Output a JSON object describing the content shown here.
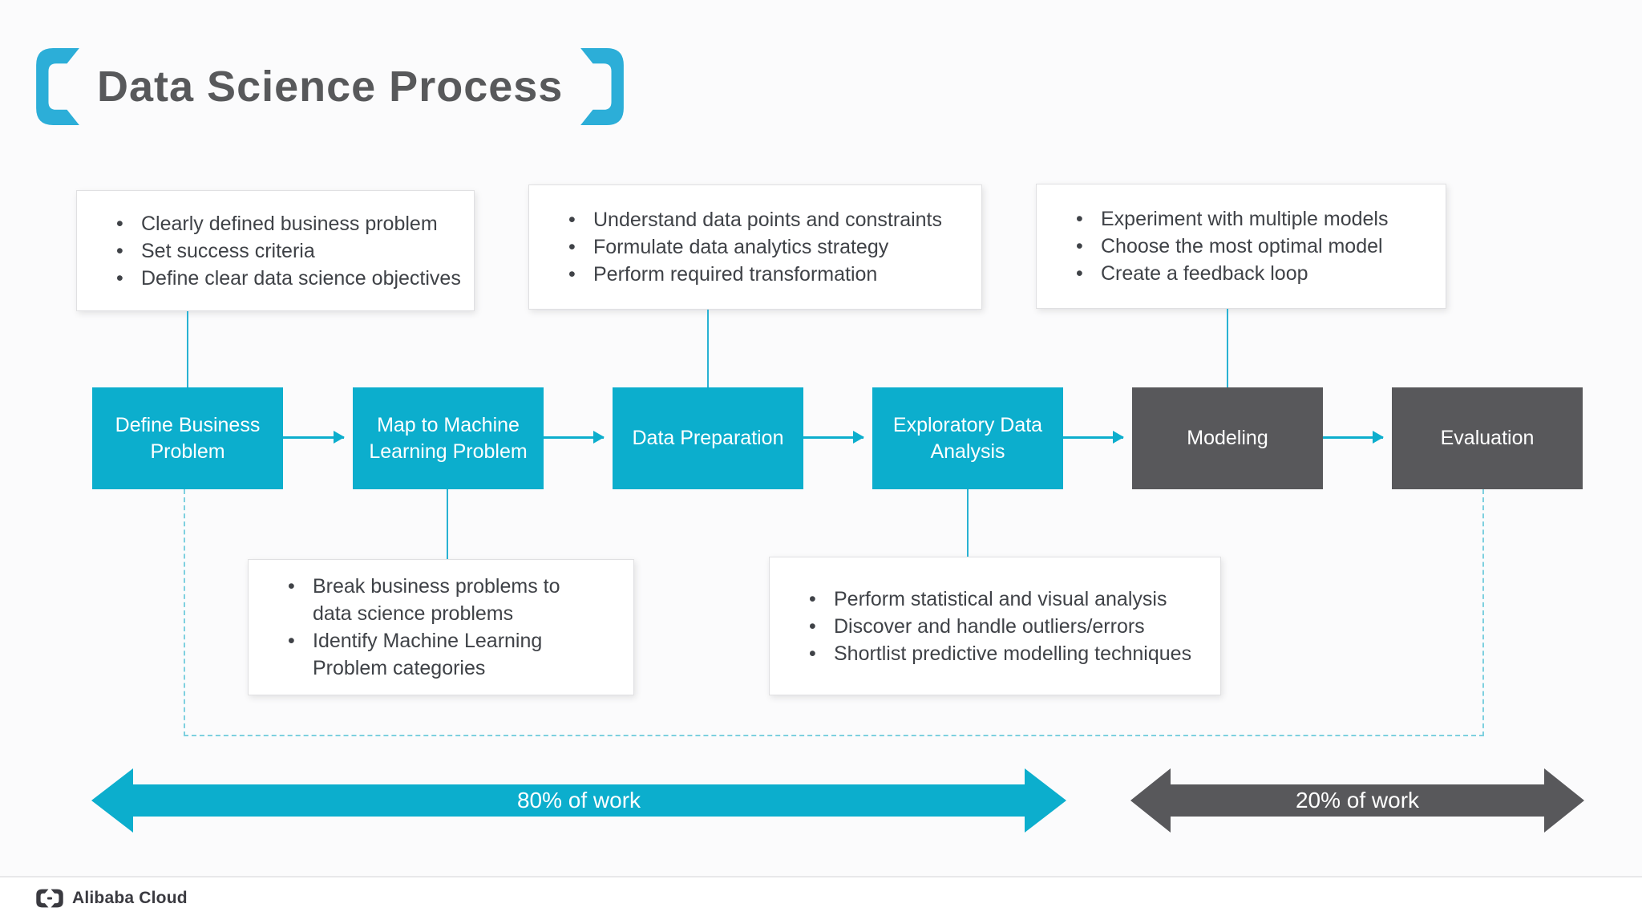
{
  "page": {
    "title": "Data Science Process"
  },
  "colors": {
    "accent_cyan": "#0CAECD",
    "bracket_cyan": "#2CAED8",
    "dark_gray": "#58585B",
    "body_text": "#3F4247",
    "dashed_cyan": "#7ED0DF",
    "background": "#FBFBFC"
  },
  "steps": [
    {
      "label": "Define Business Problem",
      "variant": "cyan"
    },
    {
      "label": "Map to Machine Learning Problem",
      "variant": "cyan"
    },
    {
      "label": "Data Preparation",
      "variant": "cyan"
    },
    {
      "label": "Exploratory Data Analysis",
      "variant": "cyan"
    },
    {
      "label": "Modeling",
      "variant": "dark"
    },
    {
      "label": "Evaluation",
      "variant": "dark"
    }
  ],
  "callouts": {
    "define_business": {
      "items": [
        "Clearly defined business problem",
        "Set success criteria",
        "Define clear data science objectives"
      ]
    },
    "data_preparation": {
      "items": [
        "Understand data points and constraints",
        "Formulate data analytics strategy",
        "Perform required transformation"
      ]
    },
    "modeling": {
      "items": [
        "Experiment with multiple models",
        "Choose the most optimal model",
        "Create a feedback loop"
      ]
    },
    "map_to_ml": {
      "items": [
        "Break business problems to data science problems",
        "Identify Machine Learning Problem categories"
      ]
    },
    "eda": {
      "items": [
        "Perform statistical and visual analysis",
        "Discover and handle outliers/errors",
        "Shortlist predictive modelling techniques"
      ]
    }
  },
  "work_split": {
    "major": {
      "label": "80% of work"
    },
    "minor": {
      "label": "20% of work"
    }
  },
  "footer": {
    "brand": "Alibaba Cloud"
  }
}
